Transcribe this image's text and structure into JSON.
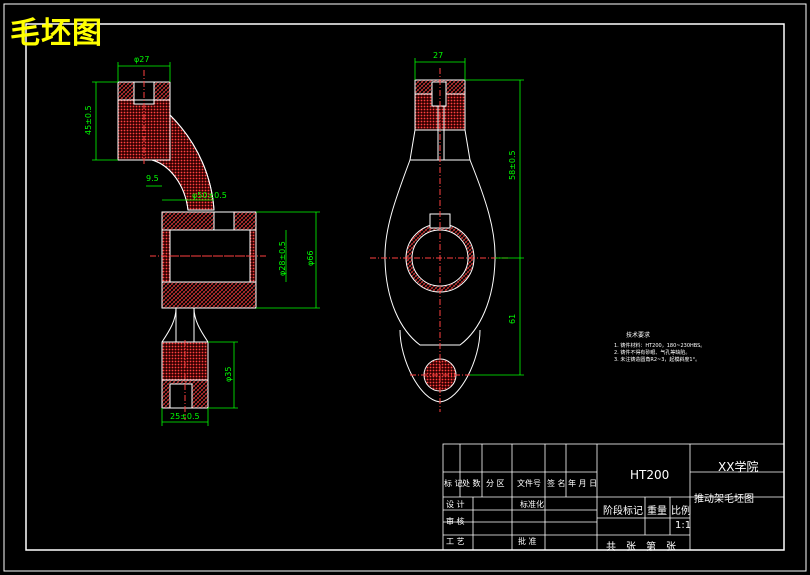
{
  "title": "毛坯图",
  "colors": {
    "outline": "#ffffff",
    "dimension": "#00ff00",
    "centerline": "#ff0000",
    "title": "#ffff00",
    "hatch": "#ff0000"
  },
  "dimensions": {
    "top_width_left": "φ27",
    "left_height": "45±0.5",
    "offset": "9.5",
    "bore_top": "φ50±0.5",
    "bore_dia": "φ28±0.5",
    "bore_height": "φ66",
    "foot_height": "φ35",
    "foot_width": "25±0.5",
    "top_width_right": "27",
    "right_upper": "58±0.5",
    "right_lower": "61"
  },
  "notes": {
    "heading": "技术要求",
    "items": [
      "1. 铸件材料：HT200，180~230HBS。",
      "2. 铸件不得有砂眼、气孔等缺陷。",
      "3. 未注铸造圆角R2~3，起模斜度1°。"
    ]
  },
  "title_block": {
    "material": "HT200",
    "school": "XX学院",
    "drawing_name": "推动架毛坯图",
    "header_cells": [
      "标 记",
      "处 数",
      "分 区",
      "文件号",
      "签 名",
      "年 月 日"
    ],
    "row_labels": [
      "设 计",
      "审 核",
      "工 艺"
    ],
    "std_label": "标准化",
    "approve_label": "批 准",
    "stage_label": "阶段标记",
    "weight_label": "重量",
    "scale_label": "比例",
    "scale_value": "1:1",
    "sheets_label": "共　张　第　张"
  }
}
